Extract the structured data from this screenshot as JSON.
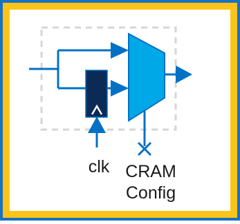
{
  "diagram": {
    "labels": {
      "clock": "clk",
      "config_line1": "CRAM",
      "config_line2": "Config"
    },
    "colors": {
      "frame_border": "#fcc419",
      "frame_background": "#ffffff",
      "frame_outer_blue": "#1971c2",
      "signal_blue": "#0071c5",
      "mux_fill": "#00a8e8",
      "register_fill": "#0b2a55",
      "dashed_box": "#d6d6d6",
      "text": "#1a1a1a"
    },
    "icons": {
      "register": "flip-flop-icon",
      "mux": "multiplexer-icon",
      "config_terminal": "x-terminal-icon"
    }
  }
}
